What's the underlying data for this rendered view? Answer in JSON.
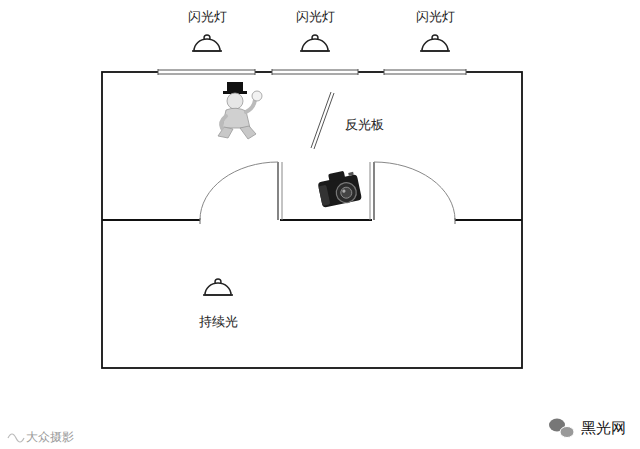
{
  "diagram": {
    "labels": [
      "闪光灯",
      "闪光灯",
      "闪光灯",
      "反光板",
      "持续光",
      "大众摄影",
      "黑光网"
    ]
  }
}
